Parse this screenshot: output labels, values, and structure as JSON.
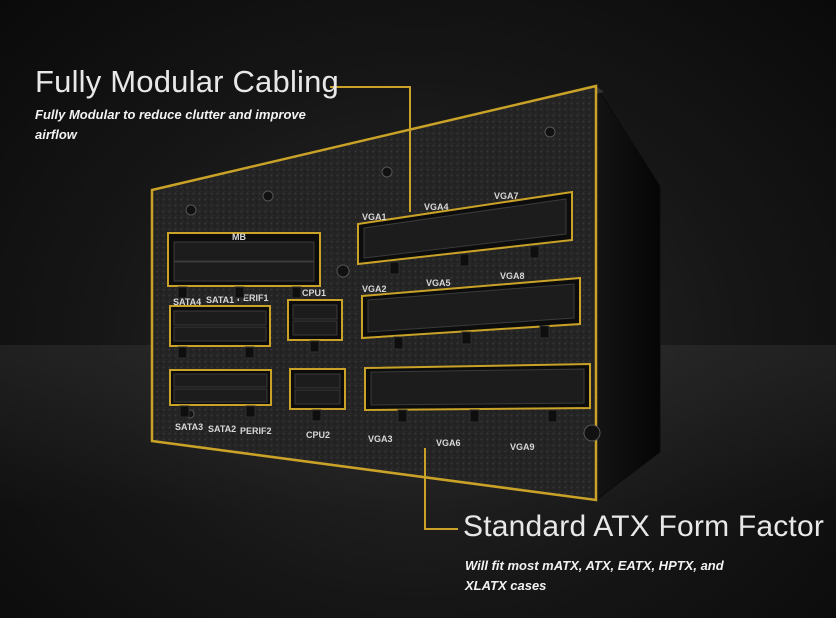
{
  "callouts": {
    "modular": {
      "title": "Fully Modular Cabling",
      "description": "Fully Modular to reduce clutter and improve airflow"
    },
    "form_factor": {
      "title": "Standard ATX Form Factor",
      "description": "Will fit most mATX, ATX, EATX, HPTX, and XLATX cases"
    }
  },
  "connectors": {
    "mb": "MB",
    "sata4": "SATA4",
    "sata1": "SATA1",
    "perif1": "PERIF1",
    "cpu1": "CPU1",
    "sata3": "SATA3",
    "sata2": "SATA2",
    "perif2": "PERIF2",
    "cpu2": "CPU2",
    "vga1": "VGA1",
    "vga4": "VGA4",
    "vga7": "VGA7",
    "vga2": "VGA2",
    "vga5": "VGA5",
    "vga8": "VGA8",
    "vga3": "VGA3",
    "vga6": "VGA6",
    "vga9": "VGA9"
  },
  "colors": {
    "accent": "#c9a227",
    "background": "#161616",
    "panel": "#262626"
  }
}
